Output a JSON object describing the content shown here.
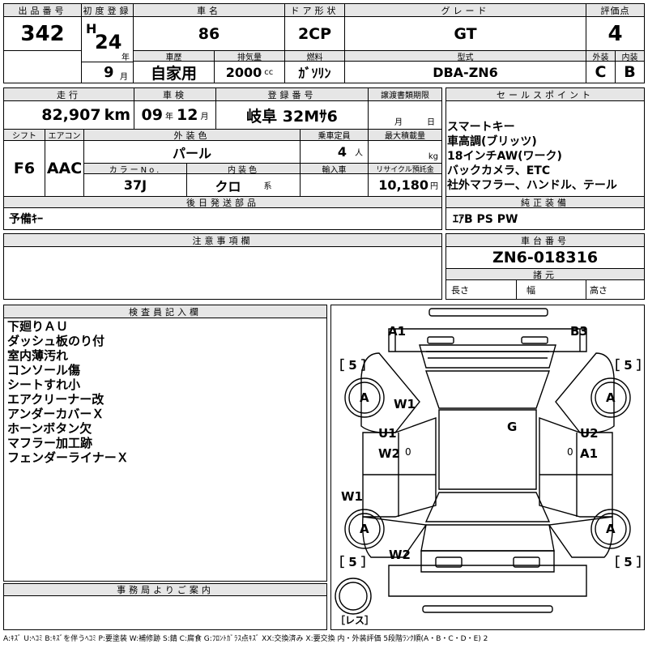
{
  "header": {
    "lot_label": "出品番号",
    "lot_number": "342",
    "first_reg_label": "初度登録",
    "era": "H",
    "year": "24",
    "year_unit": "年",
    "month": "9",
    "month_unit": "月",
    "name_label": "車名",
    "name": "86",
    "door_label": "ドア形状",
    "door": "2CP",
    "grade_label": "グレード",
    "grade": "GT",
    "score_label": "評価点",
    "score": "4",
    "history_label": "車歴",
    "history": "自家用",
    "displacement_label": "排気量",
    "displacement": "2000",
    "displacement_unit": "cc",
    "fuel_label": "燃料",
    "fuel": "ｶﾞｿﾘﾝ",
    "model_label": "型式",
    "model": "DBA-ZN6",
    "exterior_label": "外装",
    "exterior": "C",
    "interior_label": "内装",
    "interior": "B"
  },
  "row2": {
    "mileage_label": "走行",
    "mileage": "82,907",
    "mileage_unit": "km",
    "inspection_label": "車検",
    "insp_year": "09",
    "insp_year_unit": "年",
    "insp_month": "12",
    "insp_month_unit": "月",
    "plate_label": "登録番号",
    "plate": "岐阜 32Mｻ6",
    "transfer_label": "譲渡書類期限",
    "transfer_month_unit": "月",
    "transfer_day_unit": "日",
    "sales_label": "セールスポイント",
    "sales_points": [
      "スマートキー",
      "車高調(ブリッツ)",
      "18インチAW(ワーク)",
      "バックカメラ、ETC",
      "社外マフラー、ハンドル、テール"
    ],
    "shift_label": "シフト",
    "shift": "F6",
    "ac_label": "エアコン",
    "ac": "AAC",
    "color_label": "外装色",
    "color": "パール",
    "capacity_label": "乗車定員",
    "capacity": "4",
    "capacity_unit": "人",
    "load_label": "最大積載量",
    "load_unit": "kg",
    "color_no_label": "カラーNo.",
    "color_no": "37J",
    "int_color_label": "内装色",
    "int_color": "クロ",
    "int_color_unit": "系",
    "import_label": "輸入車",
    "recycle_label": "リサイクル預託金",
    "recycle": "10,180",
    "recycle_unit": "円",
    "later_label": "後日発送部品",
    "later": "予備ｷｰ",
    "genuine_label": "純正装備",
    "genuine": "ｴｱB PS PW"
  },
  "notes": {
    "caution_label": "注意事項欄",
    "chassis_label": "車台番号",
    "chassis": "ZN6-018316",
    "spec_label": "諸元",
    "length_label": "長さ",
    "width_label": "幅",
    "height_label": "高さ"
  },
  "inspector": {
    "label": "検査員記入欄",
    "lines": [
      "下廻りＡＵ",
      "ダッシュ板のり付",
      "室内薄汚れ",
      "コンソール傷",
      "シートすれ小",
      "エアクリーナー改",
      "アンダーカバーＸ",
      "ホーンボタン欠",
      "マフラー加工跡",
      "フェンダーライナーＸ"
    ]
  },
  "office": {
    "label": "事務局よりご案内"
  },
  "diagram": {
    "marks": {
      "a1_front_left": "A1",
      "b3_front_right": "B3",
      "tire_fl": "A",
      "tire_fr": "A",
      "tire_rl": "A",
      "tire_rr": "A",
      "w1_front": "W1",
      "u1": "U1",
      "w2_left": "W2",
      "g_roof": "G",
      "u2": "U2",
      "a1_right": "A1",
      "w1_rear": "W1",
      "w2_rear": "W2"
    },
    "tread": {
      "fl": "［ 5 ］",
      "fr": "［ 5 ］",
      "rl": "［ 5 ］",
      "rr": "［ 5 ］"
    },
    "spare_label": "［レス］",
    "zero": "0"
  },
  "footer": "A:ｷｽﾞ U:ﾍｺﾐ B:ｷｽﾞを伴うﾍｺﾐ P:要塗装 W:補修跡 S:錆 C:腐食 G:ﾌﾛﾝﾄｶﾞﾗｽ点ｷｽﾞ XX:交換済み X:要交換 内・外装評価 5段階ﾗﾝｸ順(A・B・C・D・E) 2",
  "colors": {
    "header_bg": "#e6e6e6",
    "line": "#000000"
  }
}
